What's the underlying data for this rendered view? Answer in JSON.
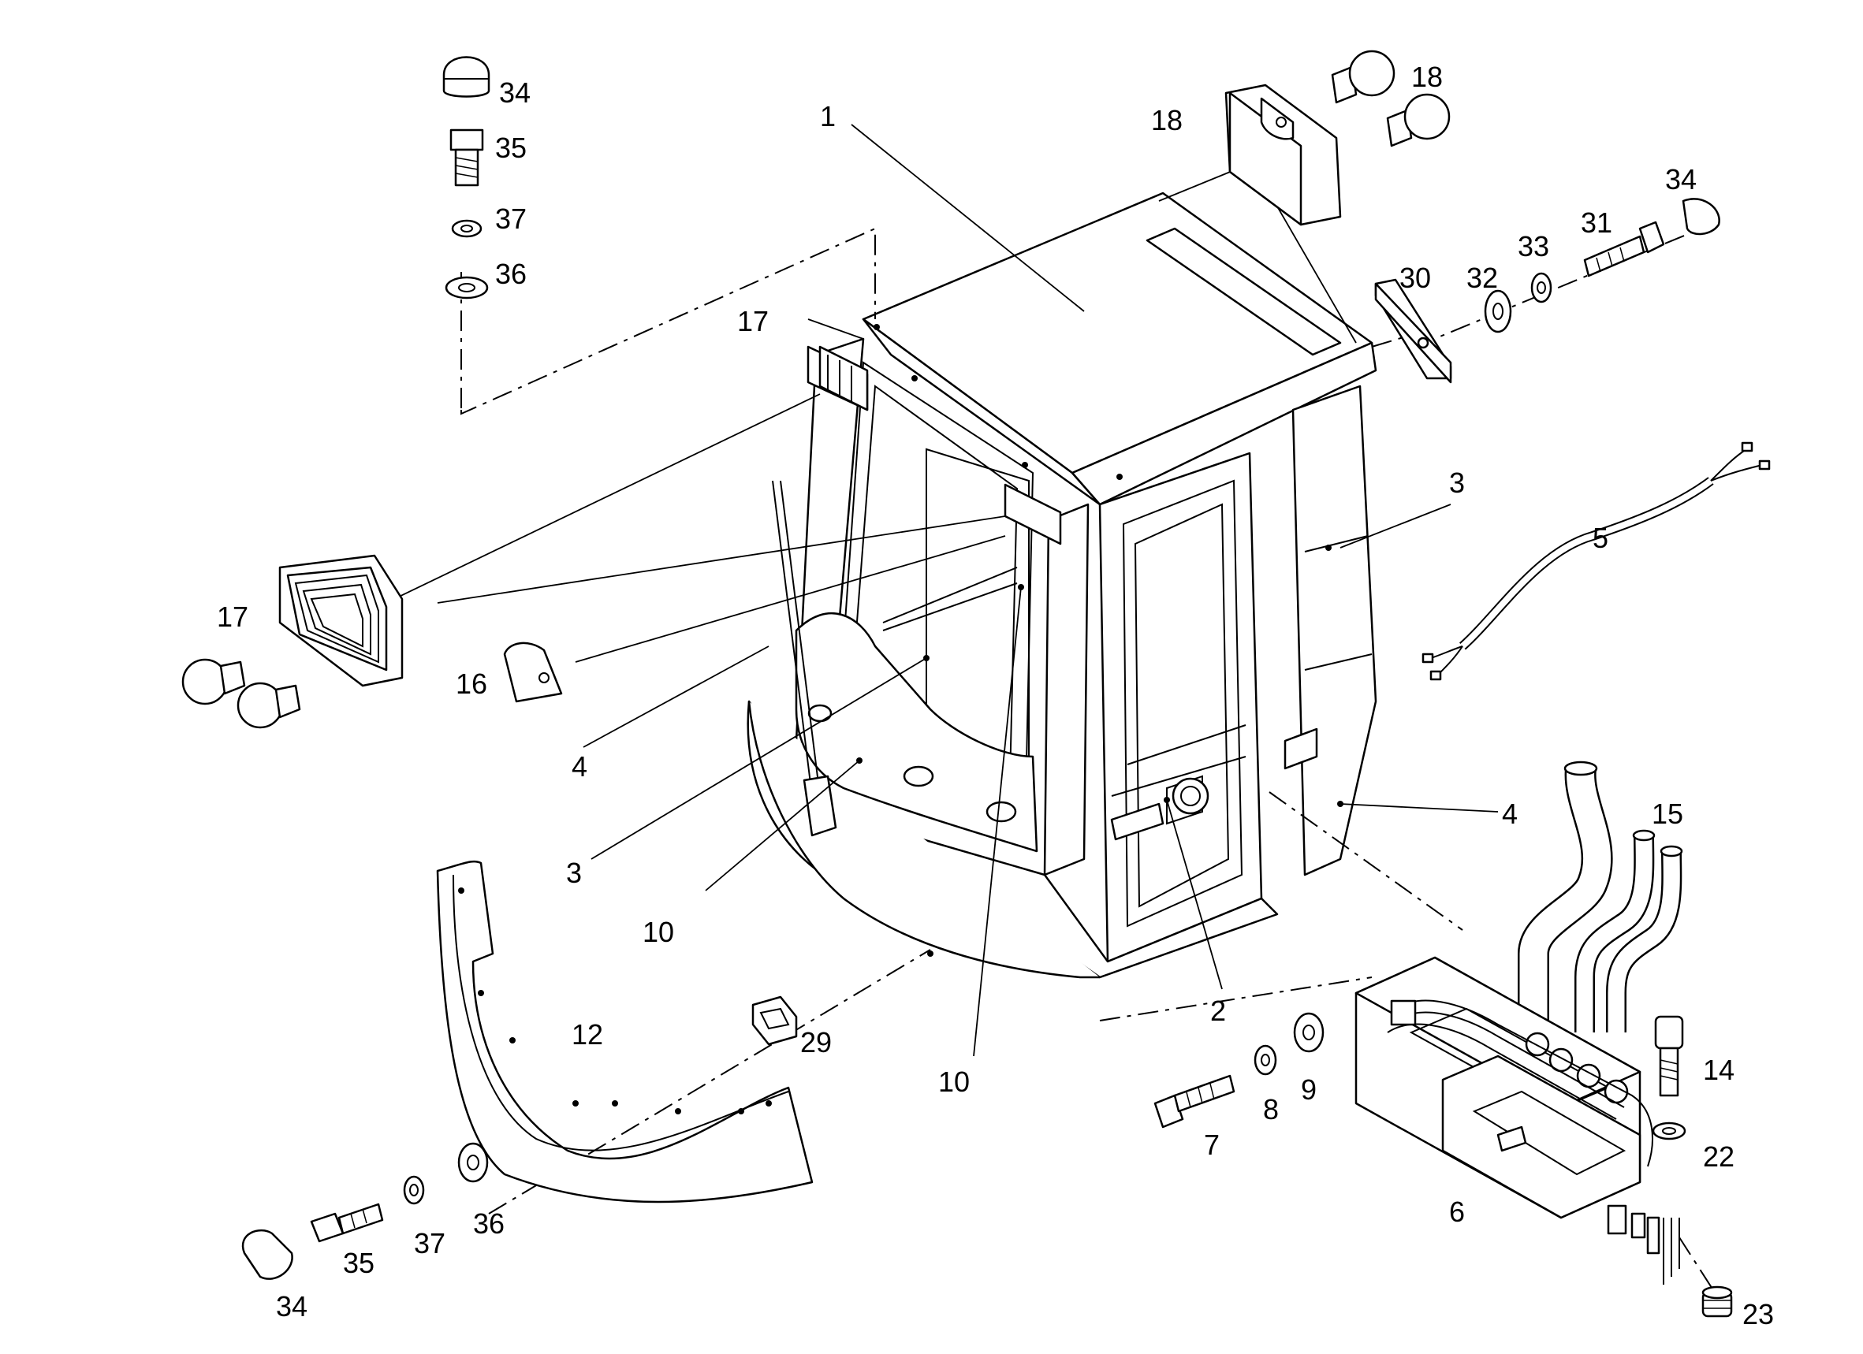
{
  "labels": {
    "l1": "1",
    "l2": "2",
    "l3a": "3",
    "l3b": "3",
    "l4a": "4",
    "l4b": "4",
    "l5": "5",
    "l6": "6",
    "l7": "7",
    "l8": "8",
    "l9": "9",
    "l10a": "10",
    "l10b": "10",
    "l12": "12",
    "l14": "14",
    "l15": "15",
    "l16": "16",
    "l17a": "17",
    "l17b": "17",
    "l18a": "18",
    "l18b": "18",
    "l22": "22",
    "l23": "23",
    "l29": "29",
    "l30": "30",
    "l31": "31",
    "l32": "32",
    "l33": "33",
    "l34a": "34",
    "l34b": "34",
    "l34c": "34",
    "l35a": "35",
    "l35b": "35",
    "l36a": "36",
    "l36b": "36",
    "l37a": "37",
    "l37b": "37"
  }
}
